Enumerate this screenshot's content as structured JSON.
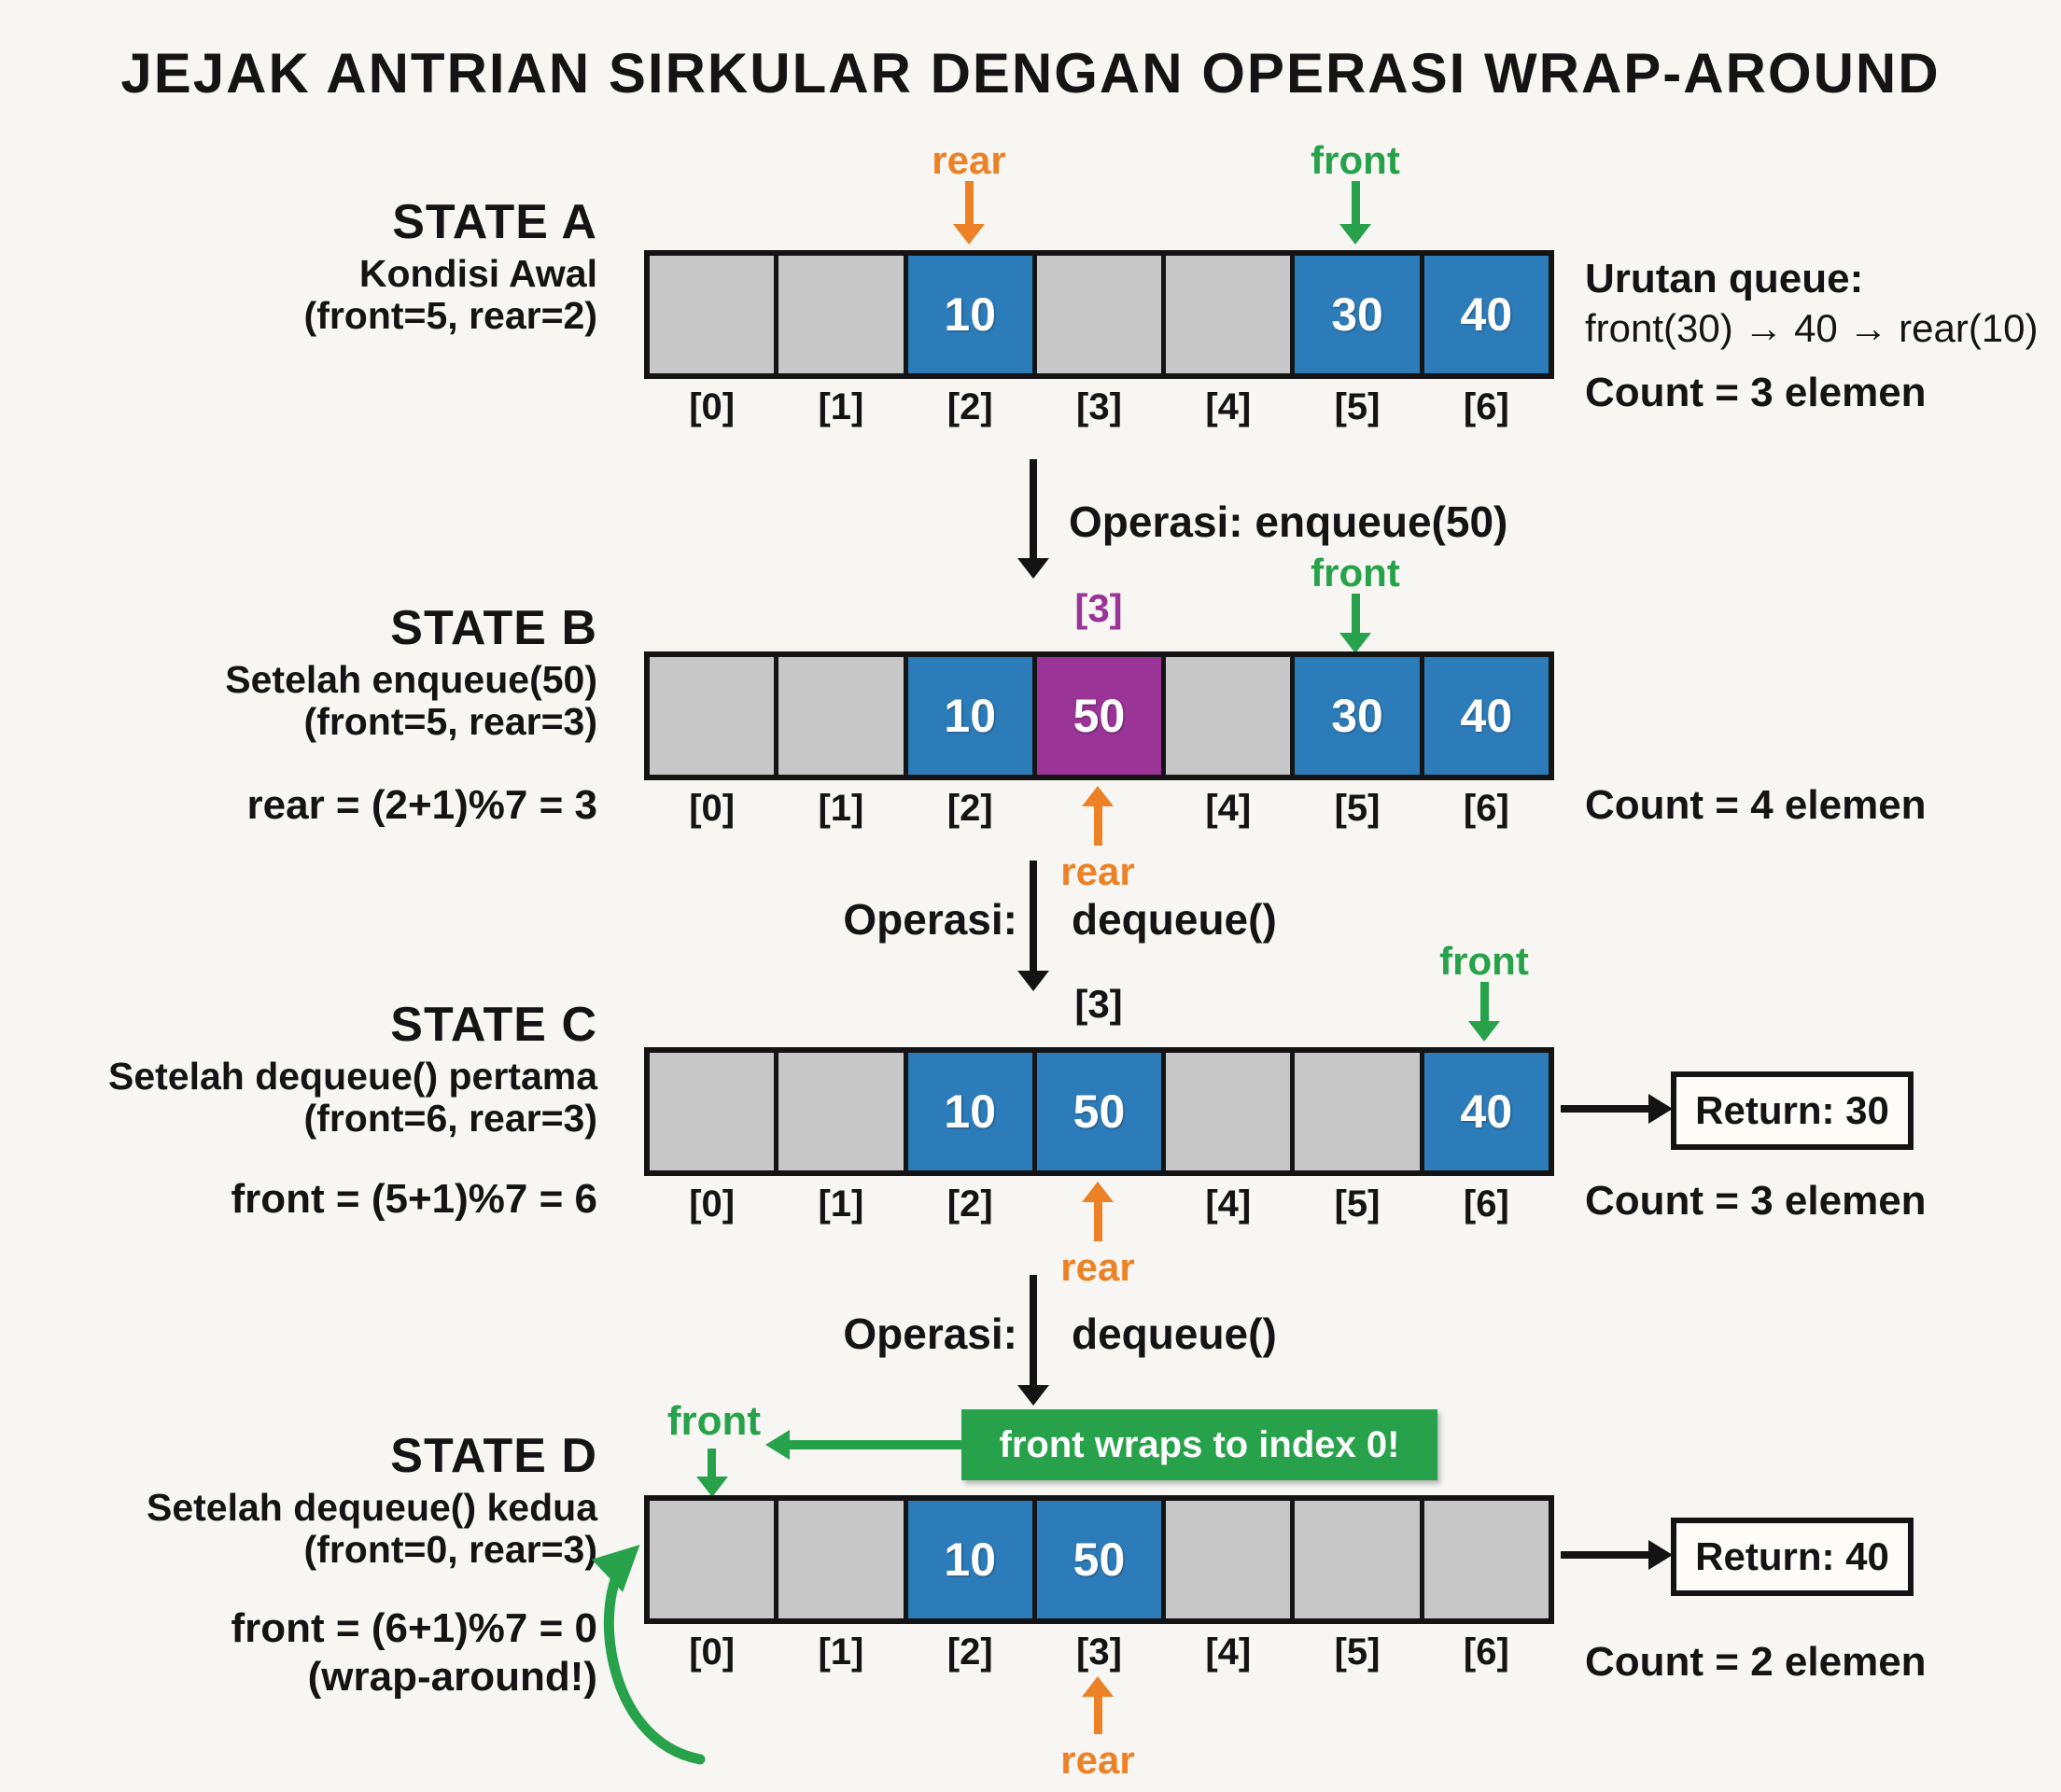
{
  "title": "JEJAK ANTRIAN SIRKULAR DENGAN OPERASI WRAP-AROUND",
  "colors": {
    "blue": "#2d7cba",
    "purple": "#9a3597",
    "green": "#27a24b",
    "orange": "#ec8126",
    "gray": "#c7c7c7",
    "ink": "#141414",
    "paper": "#f7f6f3"
  },
  "pointers": {
    "front": "front",
    "rear": "rear"
  },
  "indices": [
    "[0]",
    "[1]",
    "[2]",
    "[3]",
    "[4]",
    "[5]",
    "[6]"
  ],
  "indices_no3": [
    "[0]",
    "[1]",
    "[2]",
    "",
    "[4]",
    "[5]",
    "[6]"
  ],
  "states": {
    "a": {
      "title": "STATE A",
      "line1": "Kondisi Awal",
      "line2": "(front=5, rear=2)",
      "cells": [
        "",
        "",
        "10",
        "",
        "",
        "30",
        "40"
      ],
      "fills": [
        "gray",
        "gray",
        "blue",
        "gray",
        "gray",
        "blue",
        "blue"
      ]
    },
    "b": {
      "title": "STATE B",
      "line1": "Setelah enqueue(50)",
      "line2": "(front=5, rear=3)",
      "formula": "rear = (2+1)%7 = 3",
      "index3_label": "[3]",
      "cells": [
        "",
        "",
        "10",
        "50",
        "",
        "30",
        "40"
      ],
      "fills": [
        "gray",
        "gray",
        "blue",
        "purple",
        "gray",
        "blue",
        "blue"
      ]
    },
    "c": {
      "title": "STATE C",
      "line1": "Setelah dequeue() pertama",
      "line2": "(front=6, rear=3)",
      "formula": "front = (5+1)%7 = 6",
      "index3_label": "[3]",
      "cells": [
        "",
        "",
        "10",
        "50",
        "",
        "",
        "40"
      ],
      "fills": [
        "gray",
        "gray",
        "blue",
        "blue",
        "gray",
        "gray",
        "blue"
      ]
    },
    "d": {
      "title": "STATE D",
      "line1": "Setelah dequeue() kedua",
      "line2": "(front=0, rear=3)",
      "formula": "front = (6+1)%7 = 0",
      "formula2": "(wrap-around!)",
      "cells": [
        "",
        "",
        "10",
        "50",
        "",
        "",
        ""
      ],
      "fills": [
        "gray",
        "gray",
        "blue",
        "blue",
        "gray",
        "gray",
        "gray"
      ]
    }
  },
  "operations": {
    "op1": "Operasi: enqueue(50)",
    "op2_left": "Operasi:",
    "op2_right": "dequeue()",
    "op3_left": "Operasi:",
    "op3_right": "dequeue()"
  },
  "annotations": {
    "queue_order_title": "Urutan queue:",
    "queue_order": "front(30) → 40 → rear(10)",
    "count_a": "Count = 3 elemen",
    "count_b": "Count = 4 elemen",
    "count_c": "Count = 3 elemen",
    "count_d": "Count = 2 elemen",
    "return_c": "Return: 30",
    "return_d": "Return: 40",
    "banner": "front wraps to index 0!"
  }
}
